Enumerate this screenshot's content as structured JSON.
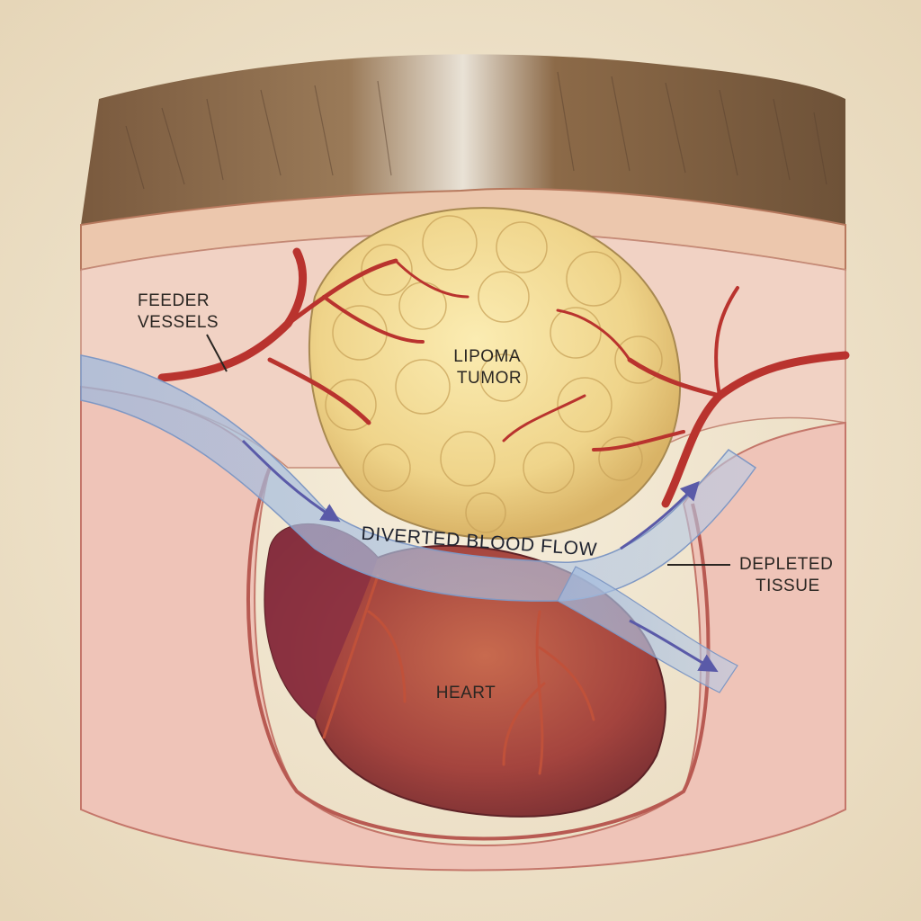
{
  "labels": {
    "feeder_vessels": [
      "FEEDER",
      "VESSELS"
    ],
    "lipoma_tumor": [
      "LIPOMA",
      "TUMOR"
    ],
    "diverted_blood_flow": "DIVERTED BLOOD FLOW",
    "depleted_tissue": [
      "DEPLETED",
      "TISSUE"
    ],
    "heart": "HEART"
  },
  "colors": {
    "parchment": "#f1e6d0",
    "fur": "#8a6a4a",
    "skin": "#e8c2a8",
    "muscle": "#d98e86",
    "lipoma": "#efd688",
    "vessel": "#b9332e",
    "heart": "#9a3a3c",
    "flow": "#a9c2e0",
    "arrow": "#5a5aa8"
  }
}
